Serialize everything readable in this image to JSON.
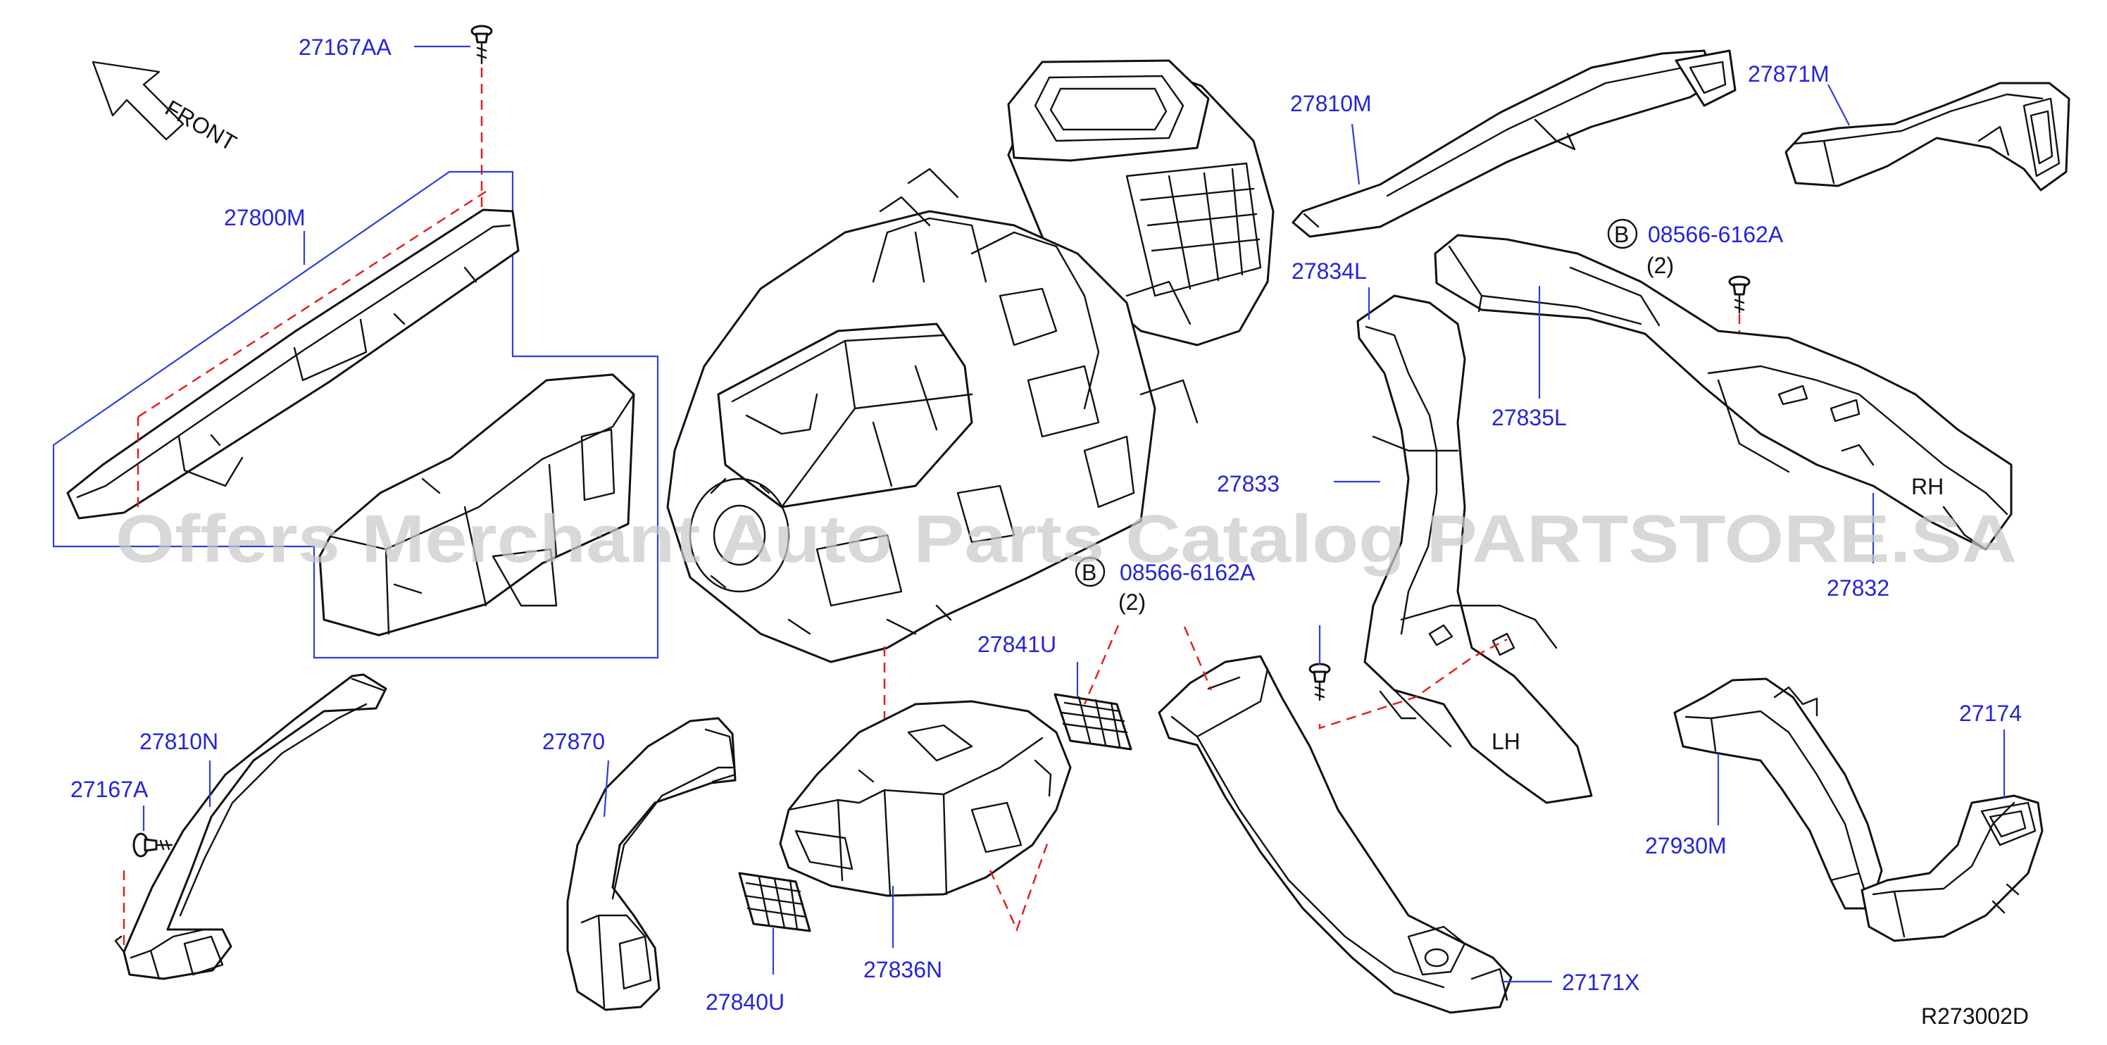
{
  "labels": {
    "p27167AA": "27167AA",
    "p27800M": "27800M",
    "p27810M": "27810M",
    "p27871M": "27871M",
    "b1_letter": "B",
    "b1_part": "08566-6162A",
    "b1_qty": "(2)",
    "p27834L": "27834L",
    "p27835L": "27835L",
    "p27833": "27833",
    "rh": "RH",
    "p27832": "27832",
    "b2_letter": "B",
    "b2_part": "08566-6162A",
    "b2_qty": "(2)",
    "p27841U": "27841U",
    "p27810N": "27810N",
    "p27167A": "27167A",
    "p27870": "27870",
    "lh": "LH",
    "p27174": "27174",
    "p27930M": "27930M",
    "p27836N": "27836N",
    "p27840U": "27840U",
    "p27171X": "27171X",
    "ref": "R273002D",
    "front": "FRONT"
  },
  "watermark": "Offers Merchant Auto Parts Catalog PARTSTORE.SA",
  "colors": {
    "label": "#2424d8",
    "leader": "#2d3fd6",
    "dashed": "#e11a1a",
    "line_art": "#111111",
    "watermark": "#c9c9c9"
  }
}
